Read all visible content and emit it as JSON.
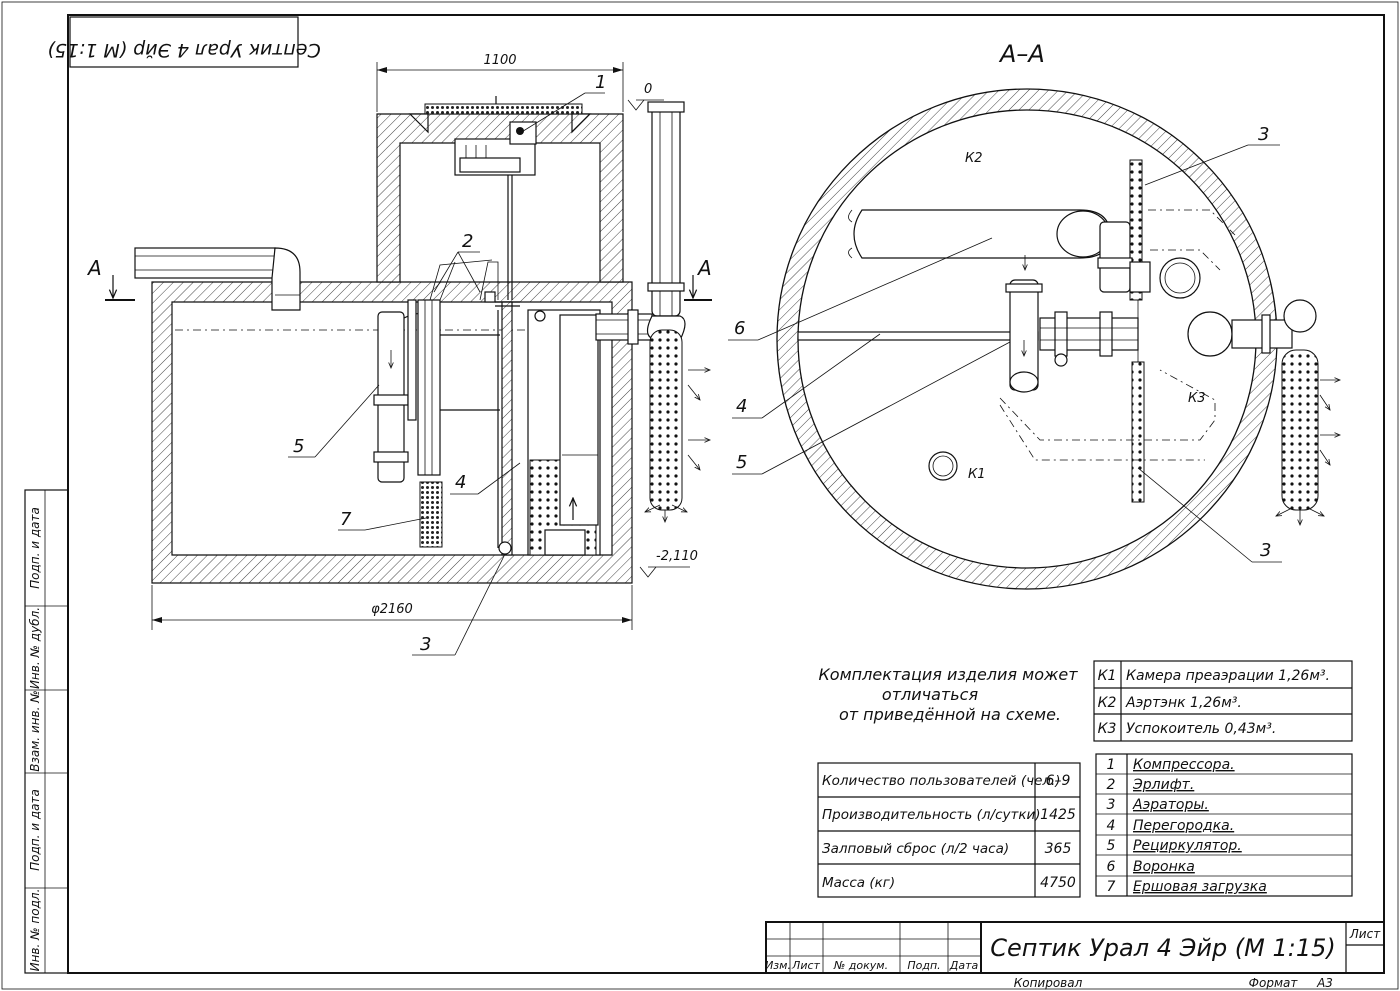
{
  "drawing": {
    "title_stamp_mirrored": "Септик Урал 4 Эйр (М 1:15)",
    "section_label": "А–А",
    "cut_mark": "А",
    "note": [
      "Комплектация изделия может",
      "отличаться",
      "от приведённой на схеме."
    ]
  },
  "dimensions": {
    "width_top": "1100",
    "diameter": "φ2160",
    "level_top": "0",
    "level_bottom": "-2,110"
  },
  "callouts": {
    "c1": "1",
    "c2": "2",
    "c3": "3",
    "c4": "4",
    "c5": "5",
    "c6": "6",
    "c7": "7"
  },
  "chambers_label": {
    "k1": "К1",
    "k2": "К2",
    "k3": "К3"
  },
  "chambers": [
    {
      "code": "К1",
      "name": "Камера преаэрации 1,26м³."
    },
    {
      "code": "К2",
      "name": "Аэртэнк 1,26м³."
    },
    {
      "code": "К3",
      "name": "Успокоитель 0,43м³."
    }
  ],
  "specs": [
    {
      "label": "Количество пользователей (чел.)",
      "value": "6–9"
    },
    {
      "label": "Производительность (л/сутки)",
      "value": "1425"
    },
    {
      "label": "Залповый сброс (л/2 часа)",
      "value": "365"
    },
    {
      "label": "Масса (кг)",
      "value": "4750"
    }
  ],
  "components": [
    {
      "num": "1",
      "name": "Компрессора."
    },
    {
      "num": "2",
      "name": "Эрлифт."
    },
    {
      "num": "3",
      "name": "Аэраторы."
    },
    {
      "num": "4",
      "name": "Перегородка."
    },
    {
      "num": "5",
      "name": "Рециркулятор."
    },
    {
      "num": "6",
      "name": "Воронка"
    },
    {
      "num": "7",
      "name": "Ершовая загрузка"
    }
  ],
  "margin_stamp": [
    "Инв. № подл.",
    "Подп. и дата",
    "Взам. инв. №",
    "Инв. № дубл.",
    "Подп. и дата"
  ],
  "title_block": {
    "title": "Септик Урал 4 Эйр (М 1:15)",
    "sheet": "Лист",
    "columns": [
      "Изм.",
      "Лист",
      "№ докум.",
      "Подп.",
      "Дата"
    ],
    "copied": "Копировал",
    "format_label": "Формат",
    "format_value": "А3"
  }
}
